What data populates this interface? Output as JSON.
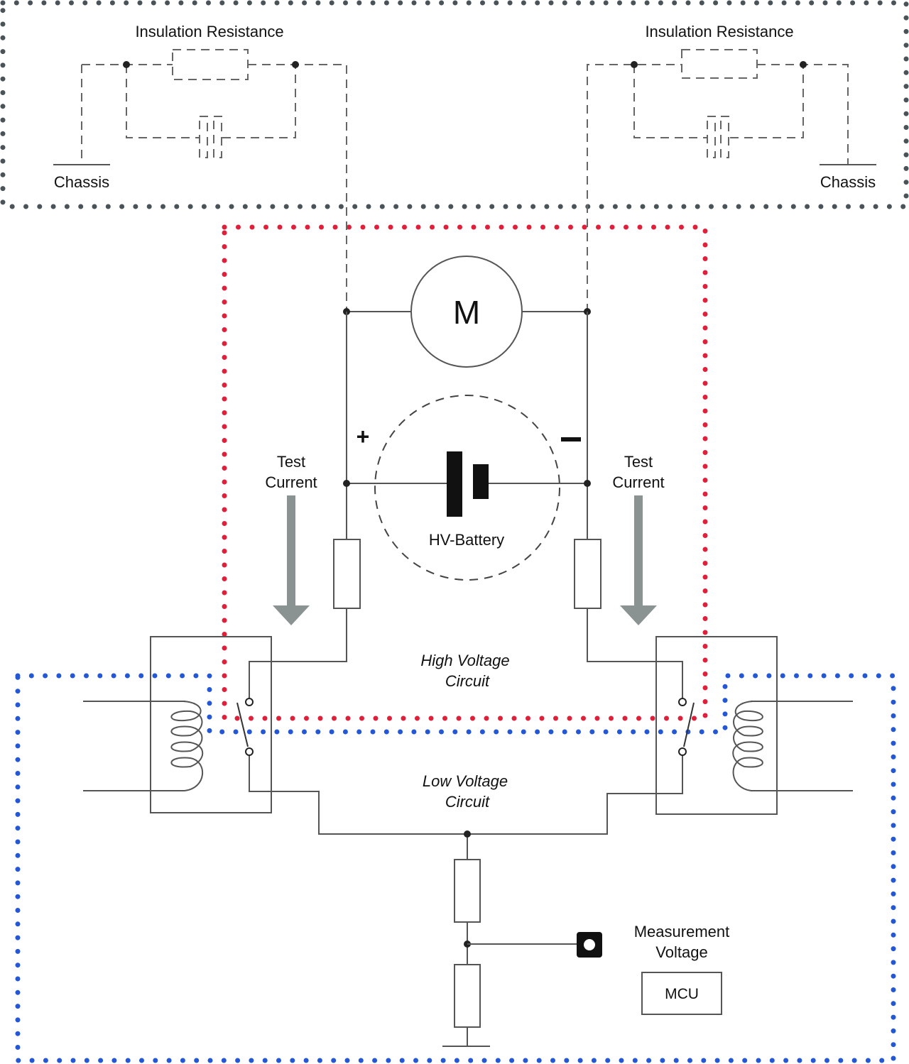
{
  "diagram": {
    "type": "circuit-schematic",
    "regions": {
      "insulation": {
        "color": "#4a5458",
        "label": ""
      },
      "high_voltage": {
        "color": "#e0203a",
        "label_line1": "High Voltage",
        "label_line2": "Circuit"
      },
      "low_voltage": {
        "color": "#2457d6",
        "label_line1": "Low Voltage",
        "label_line2": "Circuit"
      }
    },
    "insulation_left": {
      "title": "Insulation Resistance",
      "ground_label": "Chassis"
    },
    "insulation_right": {
      "title": "Insulation Resistance",
      "ground_label": "Chassis"
    },
    "motor": {
      "symbol": "M"
    },
    "battery": {
      "label": "HV-Battery",
      "plus": "+",
      "minus": "−"
    },
    "test_current_left": {
      "line1": "Test",
      "line2": "Current",
      "arrow_color": "#8a9391"
    },
    "test_current_right": {
      "line1": "Test",
      "line2": "Current",
      "arrow_color": "#8a9391"
    },
    "measurement": {
      "line1": "Measurement",
      "line2": "Voltage"
    },
    "mcu": {
      "label": "MCU"
    }
  }
}
